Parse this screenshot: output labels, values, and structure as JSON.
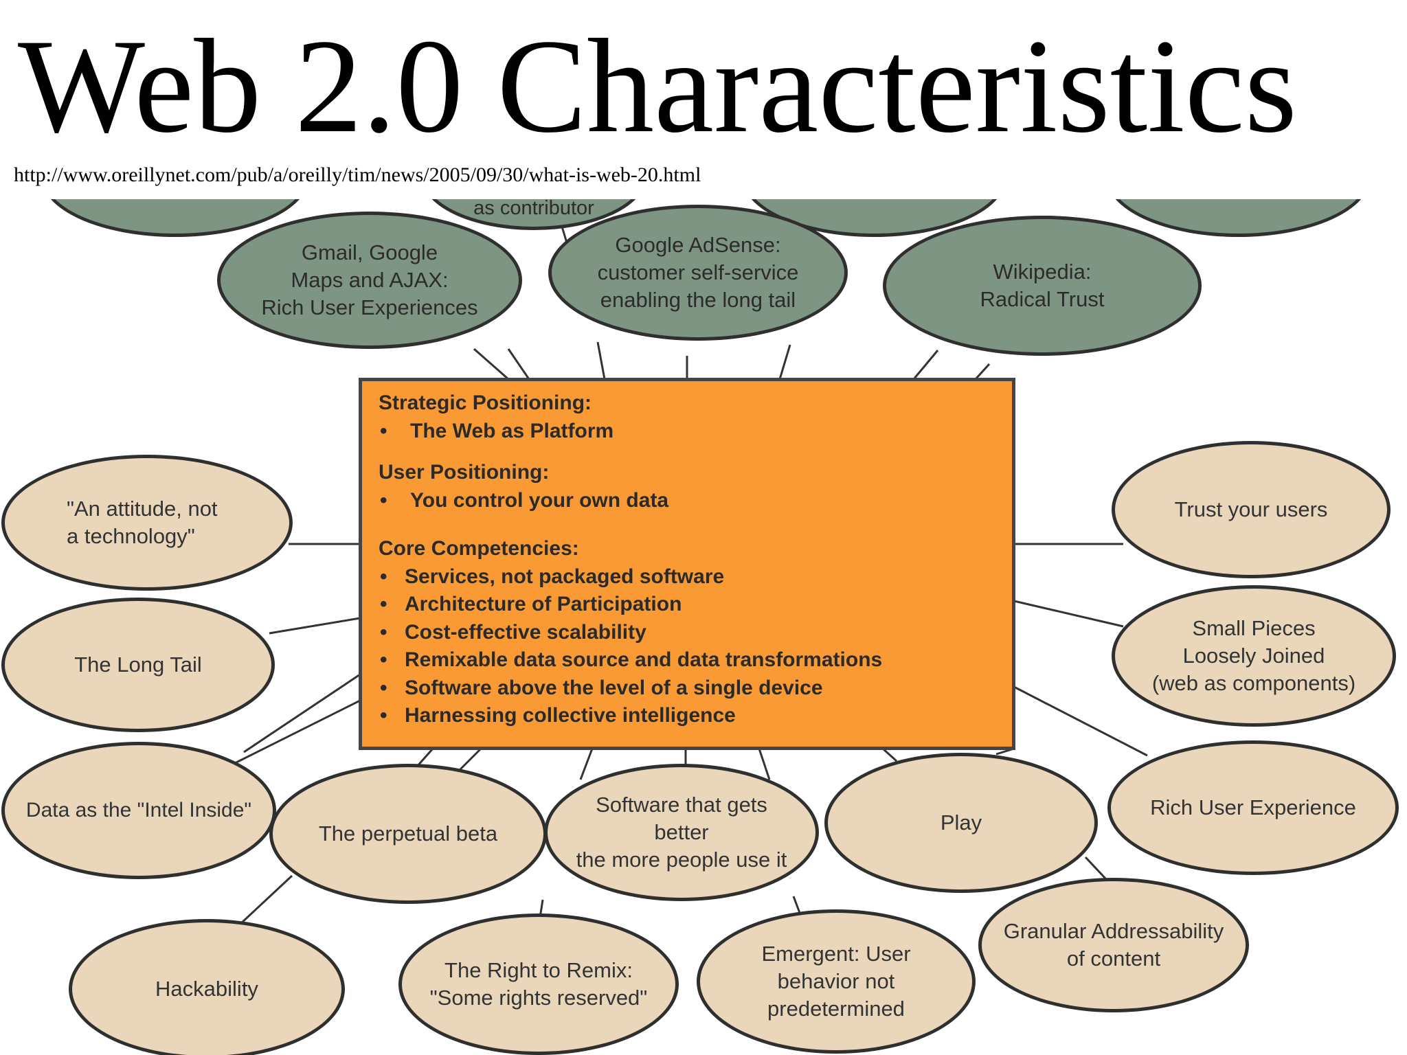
{
  "title": "Web 2.0 Characteristics",
  "source_url": "http://www.oreillynet.com/pub/a/oreilly/tim/news/2005/09/30/what-is-web-20.html",
  "colors": {
    "green_bubble": "#7f9583",
    "tan_bubble": "#ead6bb",
    "core_box": "#fa9a35",
    "outline": "#2f2f2f"
  },
  "top_row_partial": {
    "center_label": "as contributor"
  },
  "green_nodes": {
    "gmail": "Gmail, Google\nMaps and AJAX:\nRich User Experiences",
    "adsense": "Google AdSense:\ncustomer self-service\nenabling the long tail",
    "wikipedia": "Wikipedia:\nRadical Trust"
  },
  "core": {
    "strategic_heading": "Strategic Positioning:",
    "strategic_items": [
      "The Web as Platform"
    ],
    "user_heading": "User Positioning:",
    "user_items": [
      "You control your own data"
    ],
    "core_heading": "Core Competencies:",
    "core_items": [
      "Services, not packaged software",
      "Architecture of Participation",
      "Cost-effective scalability",
      "Remixable data source and data transformations",
      "Software above the level of a single device",
      "Harnessing collective intelligence"
    ]
  },
  "tan_nodes": {
    "attitude": "\"An attitude, not\na technology\"",
    "long_tail": "The Long Tail",
    "intel_inside": "Data as the \"Intel Inside\"",
    "perpetual_beta": "The perpetual beta",
    "software_better": "Software that gets\nbetter\nthe more people use it",
    "play": "Play",
    "trust_users": "Trust your users",
    "small_pieces": "Small Pieces\nLoosely Joined\n(web as components)",
    "rich_ux": "Rich User Experience",
    "granular": "Granular Addressability\nof content",
    "hackability": "Hackability",
    "right_to_remix": "The Right to Remix:\n\"Some rights reserved\"",
    "emergent": "Emergent: User\nbehavior not\npredetermined"
  }
}
